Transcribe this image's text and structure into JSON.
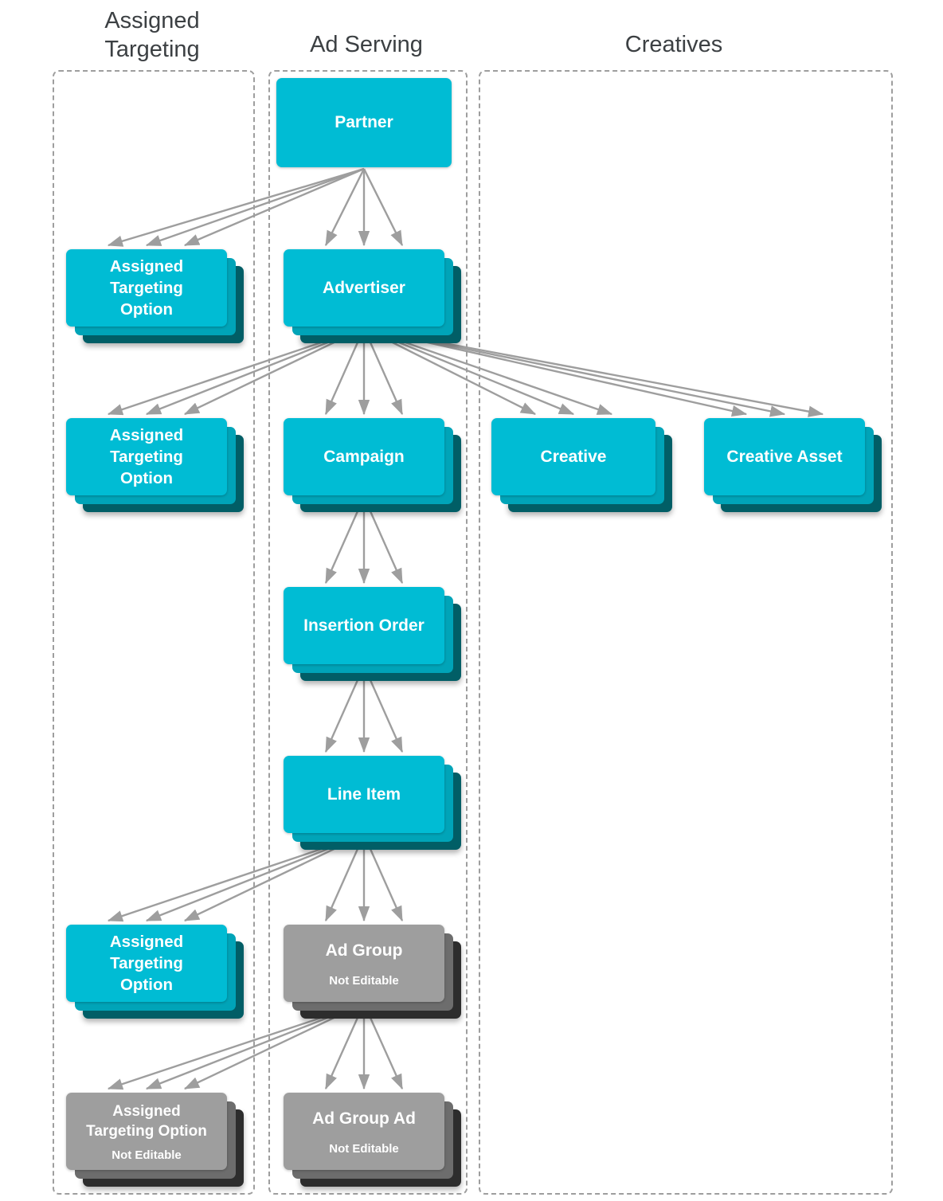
{
  "headers": {
    "assigned_targeting": "Assigned Targeting",
    "ad_serving": "Ad Serving",
    "creatives": "Creatives"
  },
  "nodes": {
    "partner": {
      "label": "Partner",
      "style": "teal",
      "stacked": false
    },
    "assigned_targeting_option_1": {
      "label": "Assigned Targeting Option",
      "style": "teal",
      "stacked": true
    },
    "advertiser": {
      "label": "Advertiser",
      "style": "teal",
      "stacked": true
    },
    "assigned_targeting_option_2": {
      "label": "Assigned Targeting Option",
      "style": "teal",
      "stacked": true
    },
    "campaign": {
      "label": "Campaign",
      "style": "teal",
      "stacked": true
    },
    "creative": {
      "label": "Creative",
      "style": "teal",
      "stacked": true
    },
    "creative_asset": {
      "label": "Creative Asset",
      "style": "teal",
      "stacked": true
    },
    "insertion_order": {
      "label": "Insertion Order",
      "style": "teal",
      "stacked": true
    },
    "line_item": {
      "label": "Line Item",
      "style": "teal",
      "stacked": true
    },
    "assigned_targeting_option_3": {
      "label": "Assigned Targeting Option",
      "style": "teal",
      "stacked": true
    },
    "ad_group": {
      "label": "Ad Group",
      "sublabel": "Not Editable",
      "style": "gray",
      "stacked": true
    },
    "assigned_targeting_option_4": {
      "label": "Assigned Targeting Option",
      "sublabel": "Not Editable",
      "style": "gray",
      "stacked": true
    },
    "ad_group_ad": {
      "label": "Ad Group Ad",
      "sublabel": "Not Editable",
      "style": "gray",
      "stacked": true
    }
  },
  "edges": [
    {
      "from": "partner",
      "to": "assigned_targeting_option_1"
    },
    {
      "from": "partner",
      "to": "advertiser"
    },
    {
      "from": "advertiser",
      "to": "assigned_targeting_option_2"
    },
    {
      "from": "advertiser",
      "to": "campaign"
    },
    {
      "from": "advertiser",
      "to": "creative"
    },
    {
      "from": "advertiser",
      "to": "creative_asset"
    },
    {
      "from": "campaign",
      "to": "insertion_order"
    },
    {
      "from": "insertion_order",
      "to": "line_item"
    },
    {
      "from": "line_item",
      "to": "assigned_targeting_option_3"
    },
    {
      "from": "line_item",
      "to": "ad_group"
    },
    {
      "from": "ad_group",
      "to": "assigned_targeting_option_4"
    },
    {
      "from": "ad_group",
      "to": "ad_group_ad"
    }
  ],
  "colors": {
    "teal_face": "#00bcd4",
    "teal_mid": "#00a4b8",
    "teal_back": "#015e66",
    "gray_face": "#9e9e9e",
    "gray_mid": "#6d6d6d",
    "gray_back": "#2d2d2d",
    "arrow": "#9e9e9e",
    "header_text": "#3c4043",
    "container_border": "#9e9e9e"
  }
}
